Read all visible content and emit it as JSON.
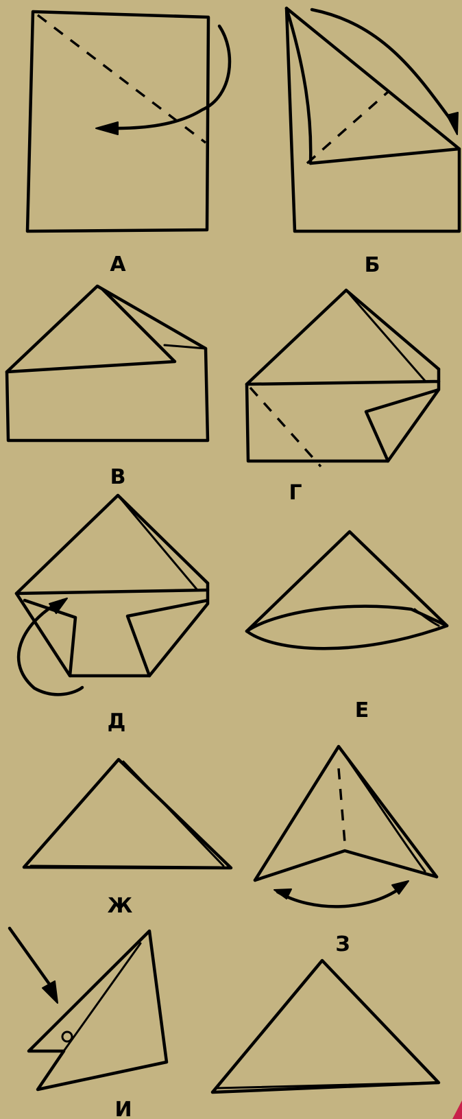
{
  "steps": [
    {
      "label": "А"
    },
    {
      "label": "Б"
    },
    {
      "label": "В"
    },
    {
      "label": "Г"
    },
    {
      "label": "Д"
    },
    {
      "label": "Е"
    },
    {
      "label": "Ж"
    },
    {
      "label": "З"
    },
    {
      "label": "И"
    }
  ],
  "colors": {
    "paper": "#c4b482",
    "ink": "#000000",
    "corner_mark": "#c8204a"
  }
}
